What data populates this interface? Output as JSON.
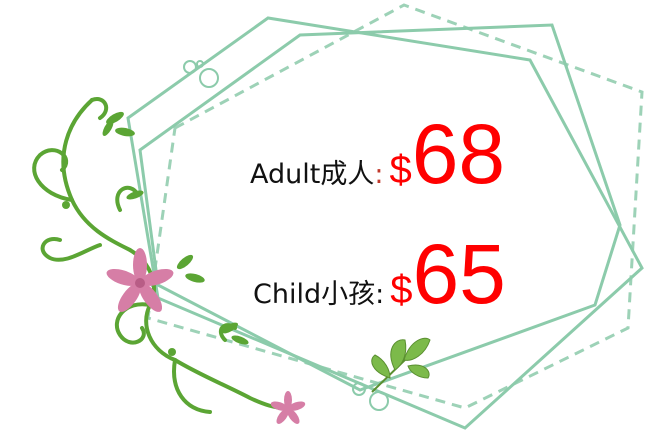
{
  "prices": {
    "adult": {
      "label": "Adult成人",
      "colon": ":",
      "currency": "$",
      "amount": "68"
    },
    "child": {
      "label": "Child小孩",
      "colon": ":",
      "currency": "$",
      "amount": "65"
    }
  },
  "colors": {
    "frame": "#8ccbab",
    "price": "#ff0000",
    "text": "#111111",
    "vine": "#5ba534",
    "flower": "#d67ea6",
    "leaf": "#7cba4a"
  }
}
